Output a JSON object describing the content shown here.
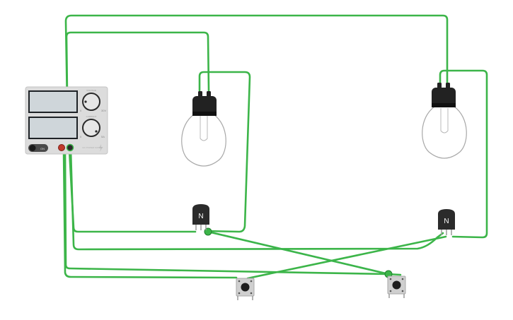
{
  "app": {
    "title": ""
  },
  "colors": {
    "wire": "#3cb549",
    "wire_selected": "#2aa39a",
    "psu_body": "#dcdcdc",
    "psu_display": "#cfd6da",
    "bulb_socket": "#222222",
    "transistor": "#2b2b2b",
    "probe_red": "#c0392b",
    "probe_black": "#2b2b2b",
    "background": "#ffffff"
  },
  "power_supply": {
    "on_label": "ON",
    "voltage_knob_label": "VOLTAGE",
    "voltage_knob_min": "0",
    "voltage_knob_max": "30V",
    "current_knob_label": "CURRENT",
    "current_knob_min": "0",
    "current_knob_max": "5A",
    "brand_label": "DC POWER SUPPLY",
    "display_voltage": "",
    "display_current": ""
  },
  "components": {
    "transistor_1": {
      "label": "N"
    },
    "transistor_2": {
      "label": "N"
    },
    "bulb_1": {
      "icon": "light-bulb-icon"
    },
    "bulb_2": {
      "icon": "light-bulb-icon"
    },
    "pushbutton_1": {
      "icon": "pushbutton-icon"
    },
    "pushbutton_2": {
      "icon": "pushbutton-icon"
    }
  }
}
